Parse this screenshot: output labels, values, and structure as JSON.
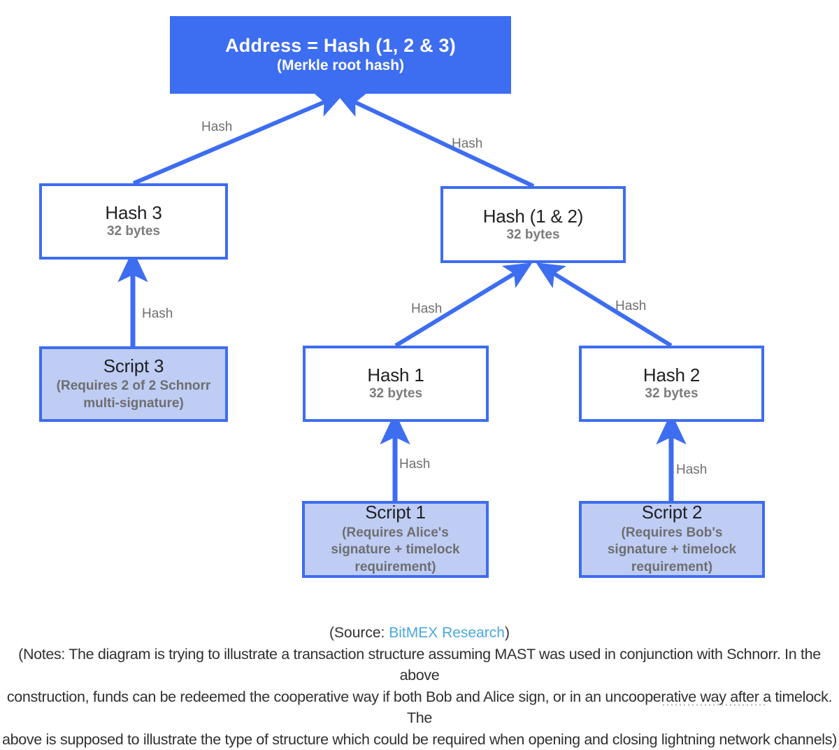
{
  "diagram": {
    "accent_blue": "#3d6df0",
    "script_fill": "#bfcdf5",
    "nodes": {
      "root": {
        "title": "Address = Hash (1, 2 & 3)",
        "sub": "(Merkle root hash)"
      },
      "hash3": {
        "title": "Hash 3",
        "sub": "32 bytes"
      },
      "hash12": {
        "title": "Hash (1 & 2)",
        "sub": "32 bytes"
      },
      "hash1": {
        "title": "Hash 1",
        "sub": "32 bytes"
      },
      "hash2": {
        "title": "Hash 2",
        "sub": "32 bytes"
      },
      "script3": {
        "title": "Script 3",
        "sub": "(Requires 2 of 2 Schnorr multi-signature)"
      },
      "script1": {
        "title": "Script 1",
        "sub": "(Requires Alice's signature + timelock requirement)"
      },
      "script2": {
        "title": "Script 2",
        "sub": "(Requires Bob's signature + timelock requirement)"
      }
    },
    "edge_labels": {
      "hash3_to_root": "Hash",
      "hash12_to_root": "Hash",
      "script3_to_hash3": "Hash",
      "hash1_to_hash12": "Hash",
      "hash2_to_hash12": "Hash",
      "script1_to_hash1": "Hash",
      "script2_to_hash2": "Hash"
    }
  },
  "caption": {
    "source_prefix": "(Source: ",
    "source_link": "BitMEX Research",
    "source_suffix": ")",
    "notes_line1": "(Notes: The diagram is trying to illustrate a transaction structure assuming MAST was used in conjunction with Schnorr. In the above",
    "notes_line2": "construction, funds can be redeemed the cooperative way if both Bob and Alice sign, or in an uncooperative way after a timelock. The",
    "notes_line3": "above is supposed to illustrate the type of structure which could be required when opening and closing lightning network channels)"
  }
}
